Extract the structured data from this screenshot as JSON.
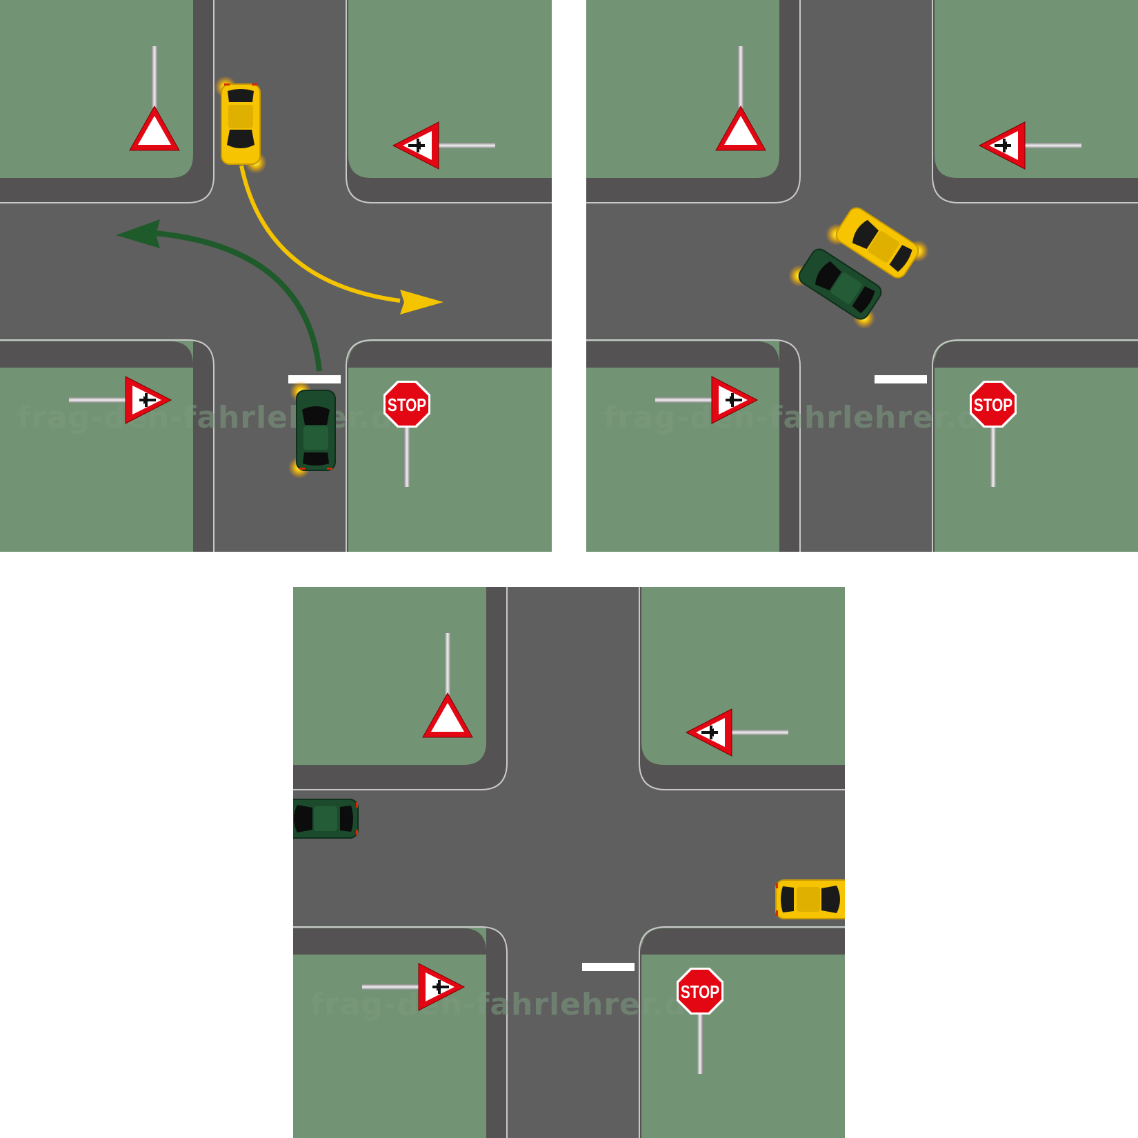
{
  "watermark": "frag-den-fahrlehrer.de",
  "stop_sign_text": "STOP",
  "colors": {
    "grass": "#729374",
    "sidewalk": "#545252",
    "road": "#5f5f5f",
    "curb": "#c9c9c9",
    "yellow_car": "#f6c400",
    "green_car": "#1b4a2c",
    "yellow_path": "#f5c400",
    "green_path": "#1f5a2b",
    "sign_red": "#e30613"
  },
  "scenes": [
    {
      "id": "scene-1",
      "description_cars": [
        "yellow-car-from-north-turning-left",
        "green-car-from-south-turning-left"
      ],
      "paths": [
        "yellow-path",
        "green-path"
      ]
    },
    {
      "id": "scene-2",
      "description_cars": [
        "yellow-car-in-intersection",
        "green-car-in-intersection"
      ]
    },
    {
      "id": "scene-3",
      "description_cars": [
        "green-car-exiting-west",
        "yellow-car-exiting-east"
      ]
    }
  ]
}
